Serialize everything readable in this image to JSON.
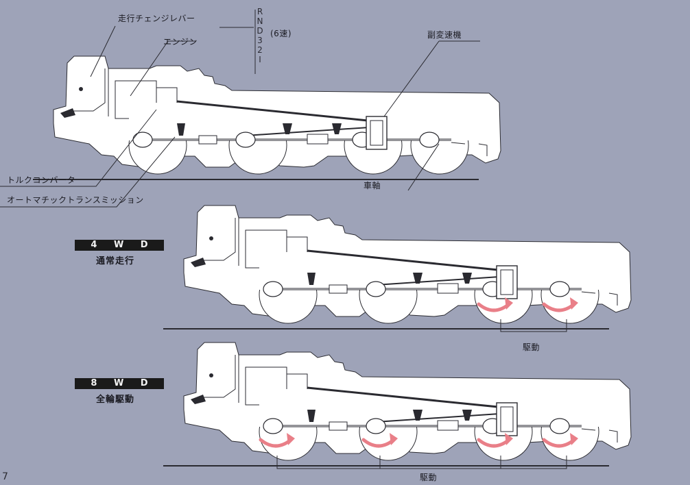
{
  "labels": {
    "shift_lever": "走行チェンジレバー",
    "engine": "エンジン",
    "gears": [
      "R",
      "N",
      "D",
      "3",
      "2",
      "I"
    ],
    "speeds": "(6速)",
    "transfer": "副変速機",
    "torque_converter": "トルクコンバータ",
    "auto_transmission": "オートマチックトランスミッション",
    "axle": "車軸"
  },
  "modes": [
    {
      "badge": "4 W D",
      "caption": "通常走行",
      "drive_label": "駆動"
    },
    {
      "badge": "8 W D",
      "caption": "全輪駆動",
      "drive_label": "駆動"
    }
  ],
  "page_number": "7",
  "colors": {
    "background": "#9ea3b8",
    "truck": "#ffffff",
    "outline": "#2a2a30",
    "arrow": "#e97f88",
    "badge": "#1a1a1a"
  }
}
